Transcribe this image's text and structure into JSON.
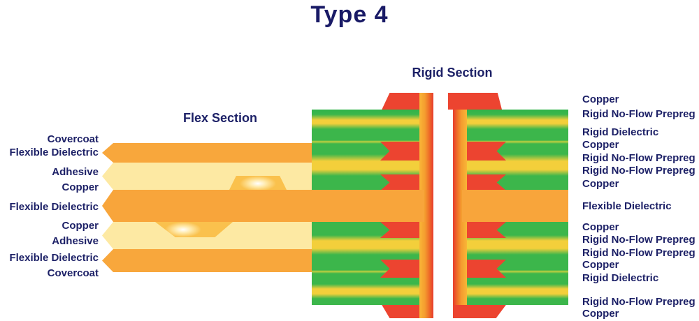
{
  "title": "Type 4",
  "sections": {
    "flex_label": "Flex Section",
    "rigid_label": "Rigid Section"
  },
  "flex_layers": [
    "Covercoat",
    "Flexible Dielectric",
    "Adhesive",
    "Copper",
    "Flexible Dielectric",
    "Copper",
    "Adhesive",
    "Flexible Dielectric",
    "Covercoat"
  ],
  "rigid_layers": [
    "Copper",
    "Rigid No-Flow Prepreg",
    "Rigid Dielectric",
    "Copper",
    "Rigid No-Flow Prepreg",
    "Rigid No-Flow Prepreg",
    "Copper",
    "Flexible Dielectric",
    "Copper",
    "Rigid No-Flow Prepreg",
    "Rigid No-Flow Prepreg",
    "Copper",
    "Rigid Dielectric",
    "Rigid No-Flow Prepreg",
    "Copper"
  ],
  "colors": {
    "text_navy": "#191a66",
    "flex_orange": "#F8A73C",
    "flex_pale_yellow": "#FDE9A3",
    "copper_pad_gold": "#FAC14D",
    "prepreg_green": "#3CB64B",
    "prepreg_yellow": "#F3CF3B",
    "plated_copper_red": "#EC4430",
    "via_barrel_orange": "#F9B637",
    "via_barrel_red": "#E8432D"
  }
}
